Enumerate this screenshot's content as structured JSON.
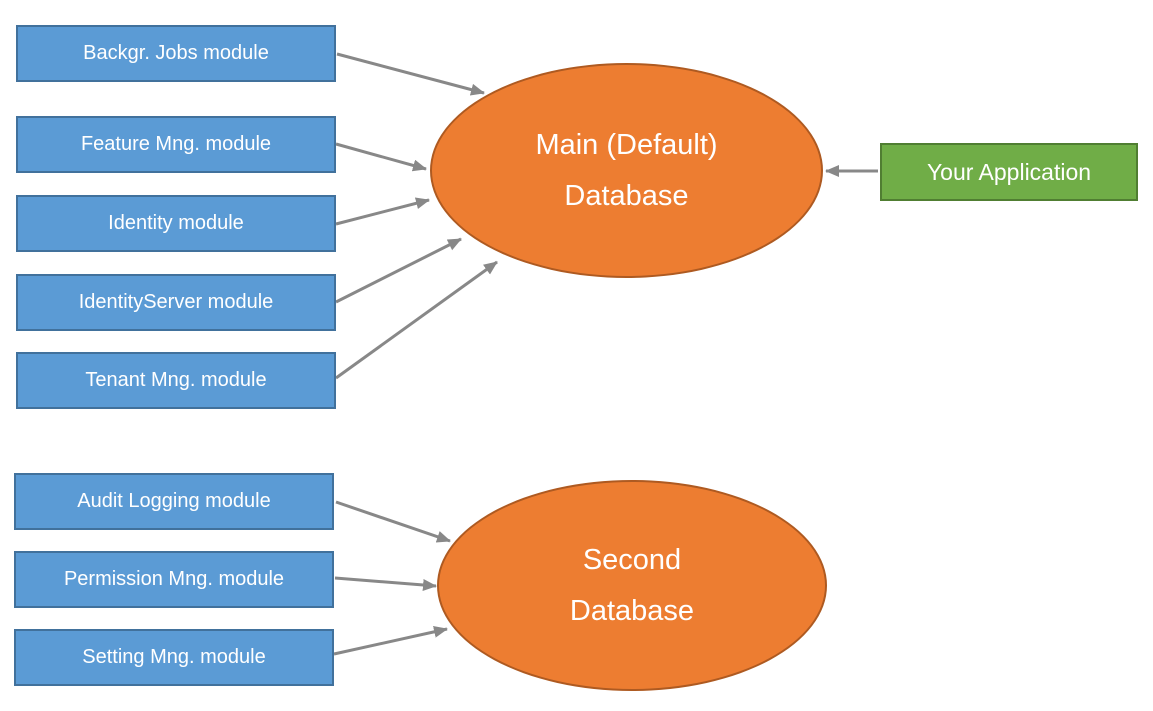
{
  "colors": {
    "background": "#FFFFFF",
    "module_fill": "#5B9BD5",
    "module_border": "#41719C",
    "database_fill": "#ED7D31",
    "database_border": "#AE5A21",
    "application_fill": "#70AD47",
    "application_border": "#507E32",
    "arrow": "#888888",
    "text": "#FFFFFF"
  },
  "nodes": {
    "modules_top": [
      {
        "label": "Backgr. Jobs module"
      },
      {
        "label": "Feature Mng. module"
      },
      {
        "label": "Identity module"
      },
      {
        "label": "IdentityServer module"
      },
      {
        "label": "Tenant Mng. module"
      }
    ],
    "modules_bottom": [
      {
        "label": "Audit Logging module"
      },
      {
        "label": "Permission Mng. module"
      },
      {
        "label": "Setting Mng. module"
      }
    ],
    "main_database": {
      "line1": "Main (Default)",
      "line2": "Database"
    },
    "second_database": {
      "line1": "Second",
      "line2": "Database"
    },
    "application": {
      "label": "Your Application"
    }
  },
  "edges": [
    {
      "from": "Backgr. Jobs module",
      "to": "Main (Default) Database"
    },
    {
      "from": "Feature Mng. module",
      "to": "Main (Default) Database"
    },
    {
      "from": "Identity module",
      "to": "Main (Default) Database"
    },
    {
      "from": "IdentityServer module",
      "to": "Main (Default) Database"
    },
    {
      "from": "Tenant Mng. module",
      "to": "Main (Default) Database"
    },
    {
      "from": "Your Application",
      "to": "Main (Default) Database"
    },
    {
      "from": "Audit Logging module",
      "to": "Second Database"
    },
    {
      "from": "Permission Mng. module",
      "to": "Second Database"
    },
    {
      "from": "Setting Mng. module",
      "to": "Second Database"
    }
  ]
}
